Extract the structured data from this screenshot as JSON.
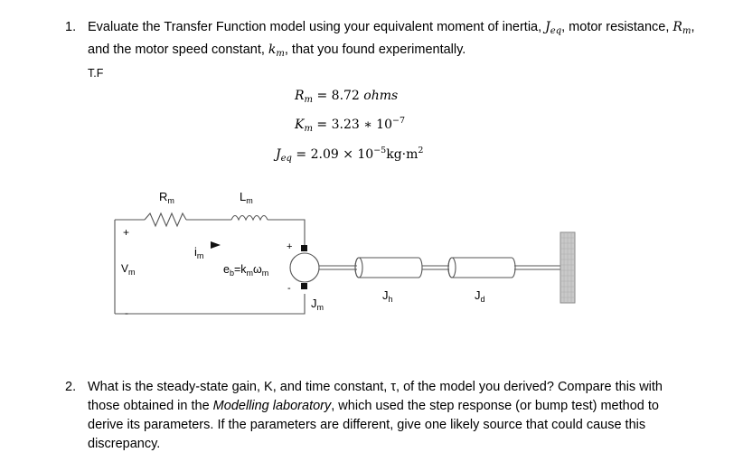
{
  "question1": {
    "number": "1.",
    "text_a": "Evaluate the Transfer Function model using your equivalent moment of inertia, ",
    "jeq_sym": "J",
    "jeq_sub": "eq",
    "text_b": ", motor resistance, ",
    "rm_sym": "R",
    "rm_sub": "m",
    "text_c": ", and the motor speed constant, ",
    "km_sym": "k",
    "km_sub": "m",
    "text_d": ", that you found experimentally.",
    "note": "T.F"
  },
  "equations": {
    "rm": {
      "sym": "R",
      "sub": "m",
      "rhs": "= 8.72 ",
      "unit": "ohms"
    },
    "km": {
      "sym": "K",
      "sub": "m",
      "rhs": "= 3.23 ∗ 10",
      "exp": "−7"
    },
    "jeq": {
      "sym": "J",
      "sub": "eq",
      "rhs": "= 2.09 × 10",
      "exp": "−5",
      "unit": "kg·m",
      "unit_exp": "2"
    }
  },
  "diagram": {
    "rm_label": "R",
    "rm_sub": "m",
    "lm_label": "L",
    "lm_sub": "m",
    "im_label": "i",
    "im_sub": "m",
    "vm_label": "V",
    "vm_sub": "m",
    "plus_left": "+",
    "minus_left": "-",
    "plus_motor": "+",
    "minus_motor": "-",
    "eb_label": "e",
    "eb_sub": "b",
    "eb_eq": "=k",
    "eb_km_sub": "m",
    "eb_omega": "ω",
    "eb_omega_sub": "m",
    "jm_label": "J",
    "jm_sub": "m",
    "jh_label": "J",
    "jh_sub": "h",
    "jd_label": "J",
    "jd_sub": "d"
  },
  "question2": {
    "number": "2.",
    "text_a": "What is the steady-state gain, K, and time constant, τ, of the model you derived? Compare this with those obtained in the ",
    "lab": "Modelling laboratory",
    "text_b": ", which used the step response (or bump test) method to derive its parameters. If the parameters are different, give one likely source that could cause this discrepancy."
  }
}
